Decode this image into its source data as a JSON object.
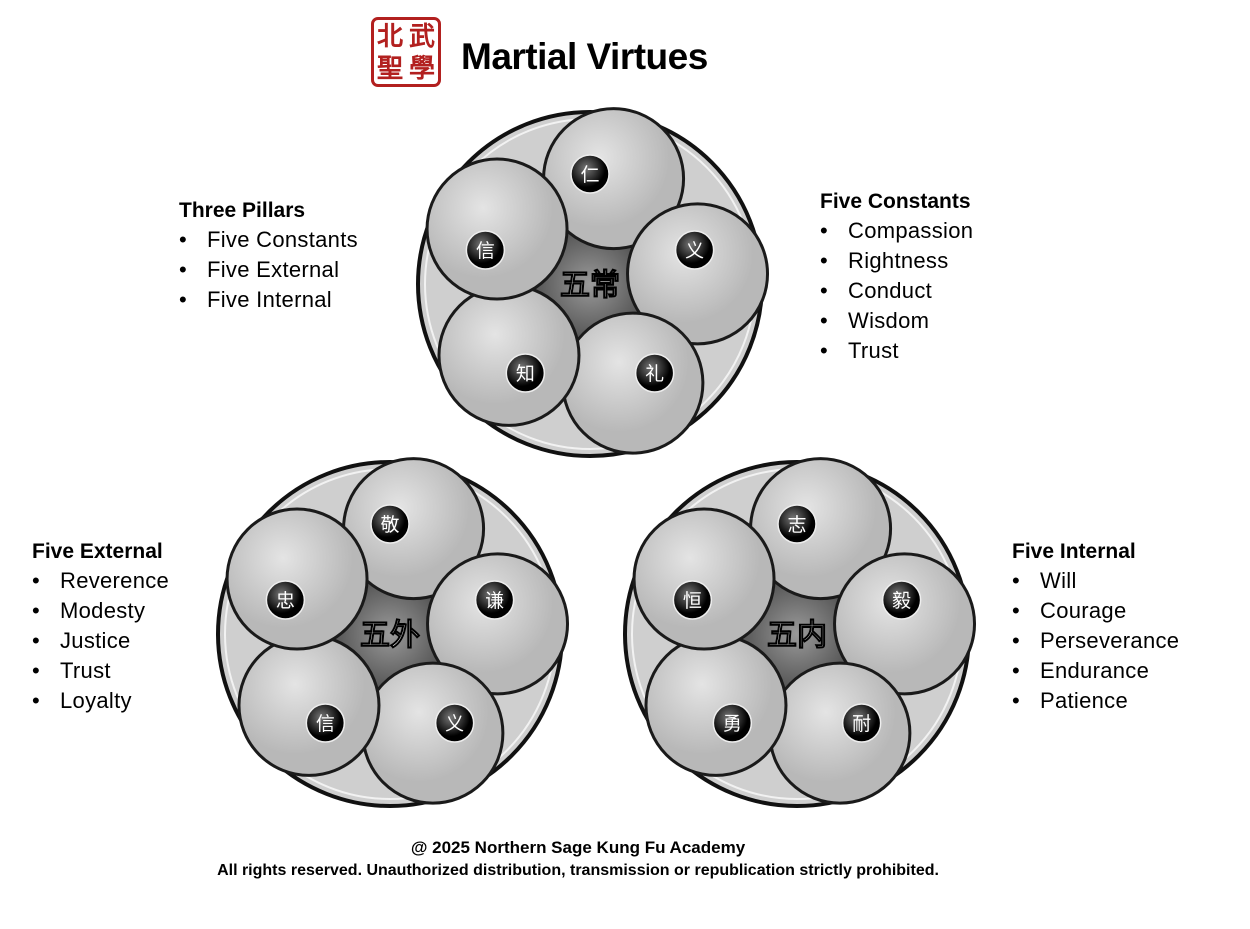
{
  "header": {
    "logo_chars": [
      "北",
      "武",
      "聖",
      "學"
    ],
    "title": "Martial Virtues"
  },
  "colors": {
    "logo_red": "#b2201f",
    "disk_light": "#cfcfcf",
    "disk_dark": "#1a1a1a"
  },
  "blocks": {
    "three_pillars": {
      "heading": "Three Pillars",
      "items": [
        "Five Constants",
        "Five External",
        "Five Internal"
      ]
    },
    "five_constants": {
      "heading": "Five Constants",
      "items": [
        "Compassion",
        "Rightness",
        "Conduct",
        "Wisdom",
        "Trust"
      ]
    },
    "five_external": {
      "heading": "Five External",
      "items": [
        "Reverence",
        "Modesty",
        "Justice",
        "Trust",
        "Loyalty"
      ]
    },
    "five_internal": {
      "heading": "Five Internal",
      "items": [
        "Will",
        "Courage",
        "Perseverance",
        "Endurance",
        "Patience"
      ]
    }
  },
  "disks": [
    {
      "center": "五常",
      "chars": [
        "仁",
        "义",
        "礼",
        "知",
        "信"
      ]
    },
    {
      "center": "五外",
      "chars": [
        "敬",
        "谦",
        "义",
        "信",
        "忠"
      ]
    },
    {
      "center": "五内",
      "chars": [
        "志",
        "毅",
        "耐",
        "勇",
        "恒"
      ]
    }
  ],
  "footer": {
    "line1": "@ 2025 Northern Sage Kung Fu Academy",
    "line2": "All rights reserved. Unauthorized distribution, transmission or republication strictly prohibited."
  }
}
